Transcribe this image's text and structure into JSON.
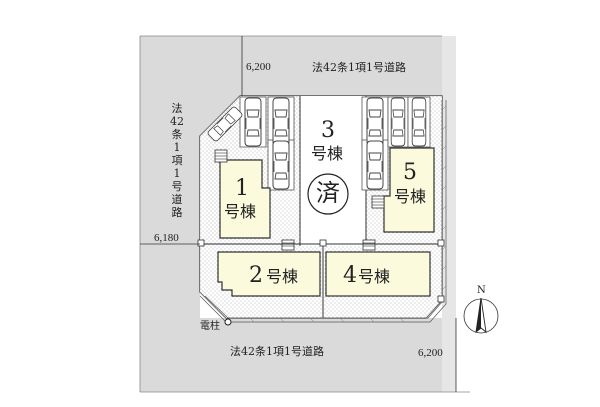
{
  "roads": {
    "top_label": "法42条1項1号道路",
    "bottom_label": "法42条1項1号道路",
    "left_label": "法42条1項1号道路"
  },
  "dimensions": {
    "top_width": "6,200",
    "left_width": "6,180",
    "bottom_width": "6,200"
  },
  "lots": [
    {
      "id": "1",
      "number": "1",
      "suffix": "号棟",
      "status": ""
    },
    {
      "id": "2",
      "number": "2",
      "suffix": "号棟",
      "status": ""
    },
    {
      "id": "3",
      "number": "3",
      "suffix": "号棟",
      "status": "済"
    },
    {
      "id": "4",
      "number": "4",
      "suffix": "号棟",
      "status": ""
    },
    {
      "id": "5",
      "number": "5",
      "suffix": "号棟",
      "status": ""
    }
  ],
  "utility_pole_label": "電柱",
  "compass_label": "N",
  "colors": {
    "lot_fill": "#fbfadc",
    "sold_fill": "#ffffff",
    "road_gray": "#dcdcdc",
    "line": "#333333"
  }
}
